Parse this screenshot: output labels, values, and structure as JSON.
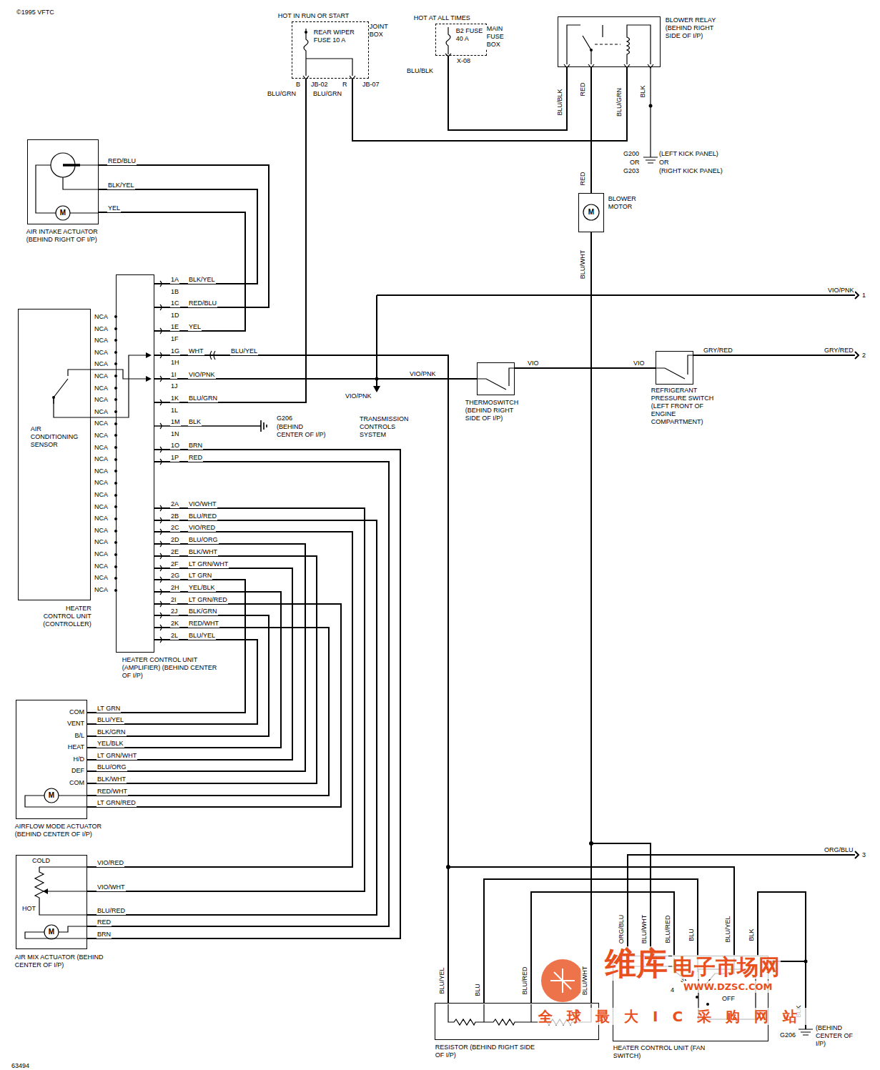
{
  "diagram": {
    "nodes": [
      {
        "text": [
          "HOT IN RUN OR START",
          "REAR WIPER FUSE 10 A",
          "JOINT BOX"
        ]
      },
      {
        "text": [
          "HOT AT ALL TIMES",
          "B2 FUSE 40 A",
          "MAIN FUSE BOX"
        ]
      },
      {
        "text": [
          "BLOWER RELAY (BEHIND RIGHT SIDE OF I/P)"
        ]
      },
      {
        "text": [
          "AIR INTAKE ACTUATOR (BEHIND RIGHT OF I/P)"
        ]
      },
      {
        "text": [
          "AIR CONDITIONING SENSOR",
          "HEATER CONTROL UNIT (CONTROLLER)"
        ]
      },
      {
        "text": [
          "HEATER CONTROL UNIT (AMPLIFIER) (BEHIND CENTER OF I/P)"
        ]
      },
      {
        "text": [
          "BLOWER MOTOR"
        ]
      },
      {
        "text": [
          "THERMOSWITCH (BEHIND RIGHT SIDE OF I/P)"
        ]
      },
      {
        "text": [
          "REFRIGERANT PRESSURE SWITCH (LEFT FRONT OF ENGINE COMPARTMENT)"
        ]
      },
      {
        "text": [
          "AIRFLOW MODE ACTUATOR (BEHIND CENTER OF I/P)"
        ]
      },
      {
        "text": [
          "AIR MIX ACTUATOR (BEHIND CENTER OF I/P)"
        ]
      },
      {
        "text": [
          "RESISTOR (BEHIND RIGHT SIDE OF I/P)"
        ]
      },
      {
        "text": [
          "HEATER CONTROL UNIT (FAN SWITCH)"
        ]
      }
    ],
    "edges": [
      {
        "from": 0,
        "to": 5,
        "arrow": "none"
      },
      {
        "from": 0,
        "to": 2,
        "arrow": "none"
      },
      {
        "from": 1,
        "to": 2,
        "arrow": "none"
      },
      {
        "from": 2,
        "to": 6,
        "arrow": "none"
      },
      {
        "from": 6,
        "to": 11,
        "arrow": "none"
      },
      {
        "from": 6,
        "to": 12,
        "arrow": "none"
      },
      {
        "from": 5,
        "to": 11,
        "arrow": "none"
      },
      {
        "from": 5,
        "to": 12,
        "arrow": "none"
      },
      {
        "from": 5,
        "to": 7,
        "arrow": "none"
      },
      {
        "from": 7,
        "to": 8,
        "arrow": "none"
      },
      {
        "from": 5,
        "to": 3,
        "arrow": "none"
      },
      {
        "from": 5,
        "to": 3,
        "arrow": "none"
      },
      {
        "from": 5,
        "to": 3,
        "arrow": "none"
      },
      {
        "from": 5,
        "to": 10,
        "arrow": "none"
      },
      {
        "from": 5,
        "to": 10,
        "arrow": "none"
      },
      {
        "from": 5,
        "to": 10,
        "arrow": "none"
      },
      {
        "from": 5,
        "to": 10,
        "arrow": "none"
      },
      {
        "from": 5,
        "to": 10,
        "arrow": "none"
      },
      {
        "from": 5,
        "to": 9,
        "arrow": "none"
      },
      {
        "from": 5,
        "to": 9,
        "arrow": "none"
      },
      {
        "from": 5,
        "to": 9,
        "arrow": "none"
      },
      {
        "from": 5,
        "to": 9,
        "arrow": "none"
      },
      {
        "from": 5,
        "to": 9,
        "arrow": "none"
      },
      {
        "from": 5,
        "to": 9,
        "arrow": "none"
      },
      {
        "from": 5,
        "to": 9,
        "arrow": "none"
      },
      {
        "from": 5,
        "to": 9,
        "arrow": "none"
      },
      {
        "from": 5,
        "to": 9,
        "arrow": "none"
      },
      {
        "from": 12,
        "to": 11,
        "arrow": "none"
      },
      {
        "from": 12,
        "to": 11,
        "arrow": "none"
      }
    ],
    "labels": [
      "©1995 VFTC",
      "B",
      "JB-02",
      "R",
      "JB-07",
      "BLU/GRN",
      "BLU/GRN",
      "X-08",
      "BLU/BLK",
      "BLU/BLK",
      "RED",
      "BLU/GRN",
      "BLK",
      "G200",
      "OR",
      "G203",
      "(LEFT KICK PANEL)",
      "OR",
      "(RIGHT KICK PANEL)",
      "RED",
      "BLU/WHT",
      "VIO/PNK",
      "1",
      "GRY/RED",
      "GRY/RED",
      "2",
      "VIO",
      "VIO",
      "VIO/PNK",
      "VIO/PNK",
      "TRANSMISSION CONTROLS SYSTEM",
      "G206",
      "(BEHIND CENTER OF I/P)",
      "RED/BLU",
      "BLK/YEL",
      "YEL",
      "M",
      "M",
      "1A",
      "1B",
      "1C",
      "1D",
      "1E",
      "1F",
      "1G",
      "1H",
      "1I",
      "1J",
      "1K",
      "1L",
      "1M",
      "1N",
      "1O",
      "1P",
      "2A",
      "2B",
      "2C",
      "2D",
      "2E",
      "2F",
      "2G",
      "2H",
      "2I",
      "2J",
      "2K",
      "2L",
      "BLK/YEL",
      "RED/BLU",
      "YEL",
      "WHT",
      "BLU/YEL",
      "VIO/PNK",
      "BLU/GRN",
      "BLK",
      "BRN",
      "RED",
      "VIO/WHT",
      "BLU/RED",
      "VIO/RED",
      "BLU/ORG",
      "BLK/WHT",
      "LT GRN/WHT",
      "LT GRN",
      "YEL/BLK",
      "LT GRN/RED",
      "BLK/GRN",
      "RED/WHT",
      "BLU/YEL",
      "NCA",
      "NCA",
      "NCA",
      "NCA",
      "NCA",
      "NCA",
      "NCA",
      "NCA",
      "NCA",
      "NCA",
      "NCA",
      "NCA",
      "NCA",
      "NCA",
      "NCA",
      "NCA",
      "NCA",
      "NCA",
      "NCA",
      "NCA",
      "NCA",
      "NCA",
      "NCA",
      "NCA",
      "COM",
      "VENT",
      "B/L",
      "HEAT",
      "H/D",
      "DEF",
      "COM",
      "LT GRN",
      "BLU/YEL",
      "BLK/GRN",
      "YEL/BLK",
      "LT GRN/WHT",
      "BLU/ORG",
      "BLK/WHT",
      "RED/WHT",
      "LT GRN/RED",
      "M",
      "COLD",
      "HOT",
      "VIO/RED",
      "VIO/WHT",
      "BLU/RED",
      "RED",
      "BRN",
      "M",
      "ORG/BLU",
      "3",
      "BLU/YEL",
      "BLU",
      "BLU/RED",
      "BLU/WHT",
      "ORG/BLU",
      "BLU/WHT",
      "BLU/RED",
      "BLU",
      "BLU/YEL",
      "BLK",
      "3",
      "4",
      "OFF",
      "BLK",
      "G206",
      "(BEHIND CENTER OF I/P)",
      "维库",
      "电子市场网",
      "WWW.DZSC.COM",
      "全球最大IC采购网站",
      "63494"
    ]
  }
}
